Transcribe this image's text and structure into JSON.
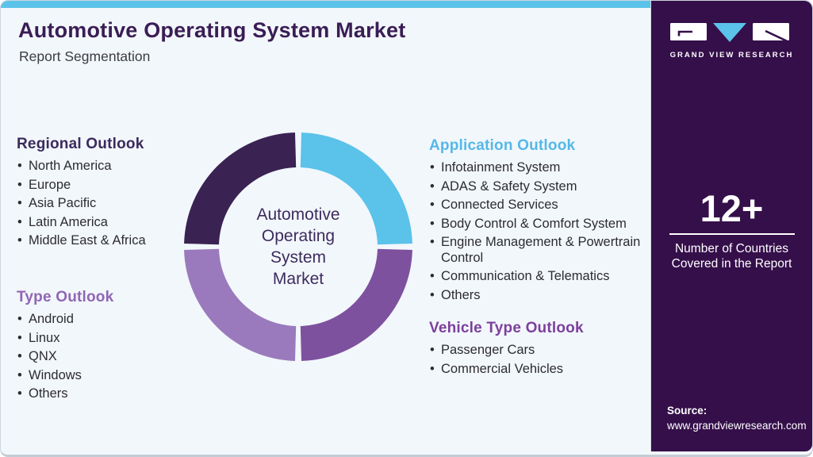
{
  "header": {
    "title": "Automotive Operating System Market",
    "subtitle": "Report Segmentation"
  },
  "colors": {
    "top_bar": "#5bc3ea",
    "background": "#f2f7fb",
    "sidebar_bg": "#350f4a",
    "title": "#3a1d55",
    "body_text": "#2c2c31",
    "regional_heading": "#3b2b5e",
    "type_heading": "#9066b5",
    "application_heading": "#55b8e8",
    "vehicle_heading": "#7d3f9d"
  },
  "sections": {
    "regional": {
      "title": "Regional Outlook",
      "color": "#3b2b5e",
      "items": [
        "North America",
        "Europe",
        "Asia Pacific",
        "Latin America",
        "Middle East & Africa"
      ]
    },
    "type": {
      "title": "Type Outlook",
      "color": "#9066b5",
      "items": [
        "Android",
        "Linux",
        "QNX",
        "Windows",
        "Others"
      ]
    },
    "application": {
      "title": "Application Outlook",
      "color": "#55b8e8",
      "items": [
        "Infotainment System",
        "ADAS & Safety System",
        "Connected Services",
        "Body Control & Comfort System",
        "Engine Management & Powertrain Control",
        "Communication & Telematics",
        "Others"
      ]
    },
    "vehicle": {
      "title": "Vehicle Type Outlook",
      "color": "#7d3f9d",
      "items": [
        "Passenger Cars",
        "Commercial Vehicles"
      ]
    }
  },
  "chart_data": {
    "type": "pie",
    "variant": "donut",
    "title": "Automotive Operating System Market",
    "center_lines": [
      "Automotive",
      "Operating",
      "System",
      "Market"
    ],
    "center_text_color": "#3e2b5e",
    "legend": false,
    "start_angle_deg": -90,
    "gap_deg": 3.2,
    "outer_radius": 144,
    "inner_radius": 100,
    "segments": [
      {
        "name": "Application Outlook",
        "value": 25,
        "color": "#5bc2ea"
      },
      {
        "name": "Vehicle Type Outlook",
        "value": 25,
        "color": "#7e519f"
      },
      {
        "name": "Type Outlook",
        "value": 25,
        "color": "#9a7abc"
      },
      {
        "name": "Regional Outlook",
        "value": 25,
        "color": "#3a2253"
      }
    ]
  },
  "sidebar": {
    "logo_text": "GRAND VIEW RESEARCH",
    "stat_value": "12+",
    "stat_label": "Number of Countries Covered in the Report",
    "source_label": "Source:",
    "source_url": "www.grandviewresearch.com"
  }
}
